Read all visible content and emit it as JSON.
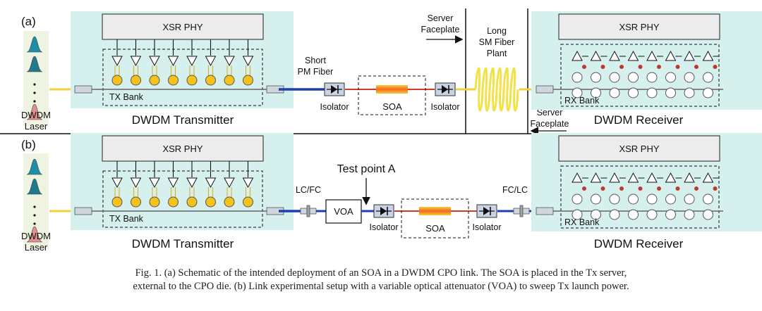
{
  "panels": [
    {
      "label": "(a)",
      "laser_label_1": "DWDM",
      "laser_label_2": "Laser",
      "tx_phy": "XSR PHY",
      "tx_bank": "TX Bank",
      "tx_title": "DWDM Transmitter",
      "fiber_label_1": "Short",
      "fiber_label_2": "PM Fiber",
      "isolator_1": "Isolator",
      "soa": "SOA",
      "isolator_2": "Isolator",
      "faceplate_1a": "Server",
      "faceplate_1b": "Faceplate",
      "plant_1": "Long",
      "plant_2": "SM Fiber",
      "plant_3": "Plant",
      "faceplate_2a": "Server",
      "faceplate_2b": "Faceplate",
      "rx_phy": "XSR PHY",
      "rx_bank": "RX Bank",
      "rx_title": "DWDM Receiver"
    },
    {
      "label": "(b)",
      "laser_label_1": "DWDM",
      "laser_label_2": "Laser",
      "tx_phy": "XSR PHY",
      "tx_bank": "TX Bank",
      "tx_title": "DWDM Transmitter",
      "conn_1": "LC/FC",
      "test_point": "Test point A",
      "voa": "VOA",
      "isolator_1": "Isolator",
      "soa": "SOA",
      "isolator_2": "Isolator",
      "conn_2": "FC/LC",
      "rx_phy": "XSR PHY",
      "rx_bank": "RX Bank",
      "rx_title": "DWDM Receiver"
    }
  ],
  "caption_line_1": "Fig. 1. (a) Schematic of the intended deployment of an SOA in a DWDM CPO link. The SOA is placed in the Tx server,",
  "caption_line_2": "external to the CPO die. (b) Link experimental setup with a variable optical attenuator (VOA) to sweep Tx launch power.",
  "colors": {
    "panel_fill": "#d6f0ee",
    "laser_fill": "#eef4e1",
    "fiber_yellow": "#f2d03a",
    "fiber_blue": "#1f3fb0",
    "fiber_red": "#d23a2a",
    "soa_orange": "#f5b018",
    "ring_fill": "#f4c21a",
    "coil_yellow": "#f3e14a",
    "accent_red": "#c0392b"
  }
}
